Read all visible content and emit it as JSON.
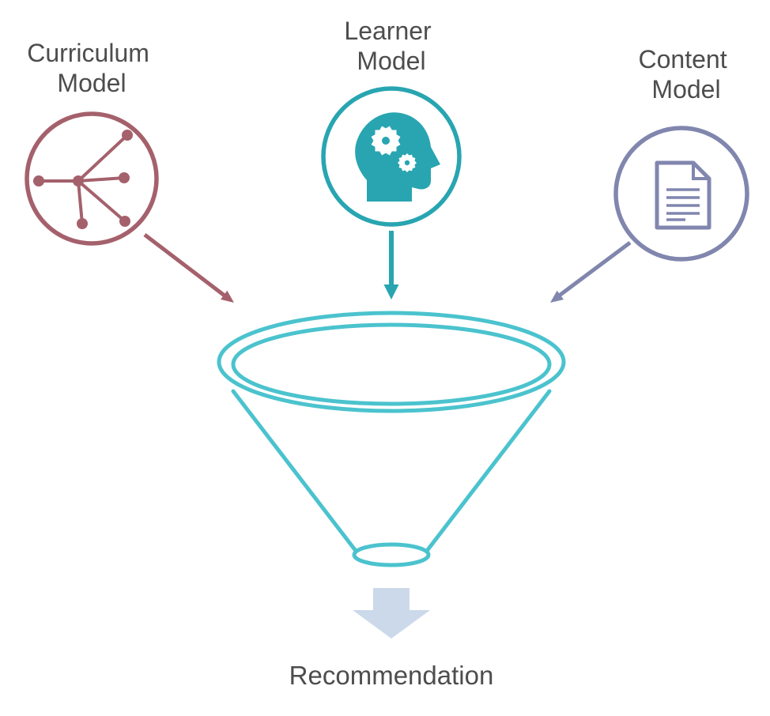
{
  "diagram": {
    "text_color": "#4d4d4d",
    "background": "#ffffff",
    "nodes": {
      "curriculum": {
        "line1": "Curriculum",
        "line2": "Model",
        "color": "#a4616c",
        "icon": "network-tree-icon"
      },
      "learner": {
        "line1": "Learner",
        "line2": "Model",
        "color": "#28a5b1",
        "icon": "head-gears-icon"
      },
      "content": {
        "line1": "Content",
        "line2": "Model",
        "color": "#8186ae",
        "icon": "document-icon"
      }
    },
    "funnel": {
      "color": "#4bc3ce",
      "icon": "funnel-icon"
    },
    "output": {
      "label": "Recommendation",
      "arrow_color": "#ccd9ea"
    },
    "edges": [
      {
        "from": "Curriculum Model",
        "to": "Funnel"
      },
      {
        "from": "Learner Model",
        "to": "Funnel"
      },
      {
        "from": "Content Model",
        "to": "Funnel"
      },
      {
        "from": "Funnel",
        "to": "Recommendation"
      }
    ]
  }
}
